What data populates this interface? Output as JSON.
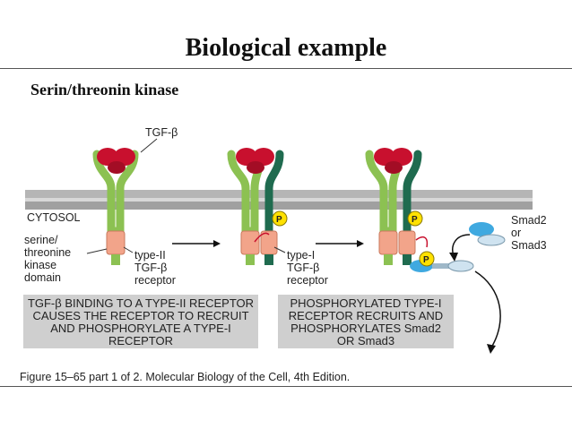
{
  "title": "Biological example",
  "subtitle": "Serin/threonin kinase",
  "diagram": {
    "ligand_label": "TGF-β",
    "cytosol_label": "CYTOSOL",
    "kinase_label": [
      "serine/",
      "threonine",
      "kinase",
      "domain"
    ],
    "type2_label": [
      "type-II",
      "TGF-β",
      "receptor"
    ],
    "type1_label": [
      "type-I",
      "TGF-β",
      "receptor"
    ],
    "phosphate": "P",
    "smad_label": [
      "Smad2",
      "or",
      "Smad3"
    ],
    "caption_left": "TGF-β BINDING TO A TYPE-II RECEPTOR CAUSES THE RECEPTOR TO RECRUIT AND PHOSPHORYLATE A TYPE-I RECEPTOR",
    "caption_right": "PHOSPHORYLATED TYPE-I RECEPTOR RECRUITS AND PHOSPHORYLATES Smad2 OR Smad3",
    "figure_caption": "Figure 15–65 part 1 of 2. Molecular Biology of the Cell, 4th Edition."
  },
  "colors": {
    "membrane": "#a9a9a9",
    "type2_receptor": "#8cc152",
    "type1_receptor": "#1f6b4f",
    "ligand": "#c8102e",
    "kinase": "#f2a48a",
    "phosphate": "#ffe100",
    "smad": "#3fa9e0"
  }
}
